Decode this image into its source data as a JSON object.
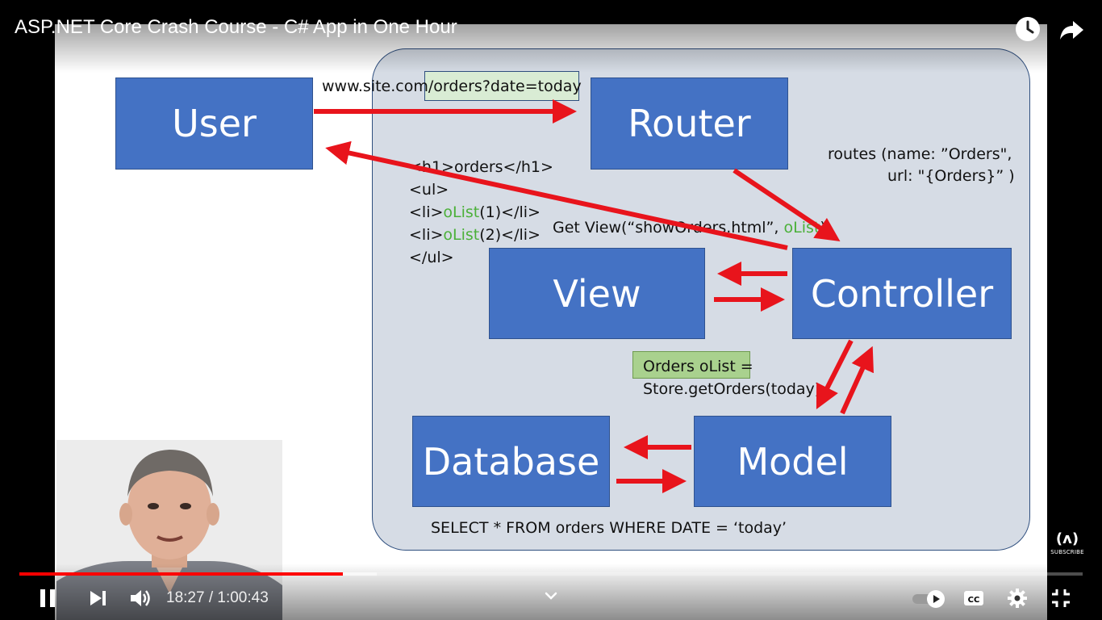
{
  "video": {
    "title": "ASP.NET Core Crash Course - C# App in One Hour"
  },
  "slide": {
    "boxes": {
      "user": "User",
      "router": "Router",
      "view": "View",
      "controller": "Controller",
      "database": "Database",
      "model": "Model"
    },
    "url_prefix": "www.site.com",
    "url_path": "/orders?date=today",
    "routes_line1": "routes (name: ”Orders\",",
    "routes_line2": "url: \"{Orders}” )",
    "html_lines": {
      "h1": "<h1>orders</h1>",
      "ul_open": "<ul>",
      "li1_open": "<li>",
      "li1_var": "oList",
      "li1_close": "(1)</li>",
      "li2_open": "<li>",
      "li2_var": "oList",
      "li2_close": "(2)</li>",
      "ul_close": "</ul>"
    },
    "get_view_prefix": "Get View(“showOrders.html”, ",
    "get_view_var": "oList",
    "get_view_suffix": ")",
    "orders_olist": "Orders oList =",
    "store_call": "Store.getOrders(today)",
    "sql": "SELECT * FROM orders WHERE DATE = ‘today’"
  },
  "player": {
    "current_time": "18:27",
    "time_separator": " / ",
    "duration": "1:00:43",
    "played_fraction": 0.304,
    "buffered_fraction": 0.336,
    "icons": {
      "watch_later": "clock-icon",
      "share": "share-icon",
      "pause": "pause-icon",
      "next": "next-icon",
      "volume": "volume-icon",
      "chapters": "chevron-down-icon",
      "autoplay": "autoplay-toggle-icon",
      "captions": "cc-icon",
      "settings": "gear-icon",
      "fullscreen": "fullscreen-icon"
    }
  },
  "watermark": {
    "symbol": "(ʌ)",
    "label": "SUBSCRIBE"
  },
  "colors": {
    "box_fill": "#4472c4",
    "panel_fill": "#d6dce5",
    "arrow": "#e8141c",
    "green_text": "#4bb039",
    "progress_played": "#ff0000"
  }
}
